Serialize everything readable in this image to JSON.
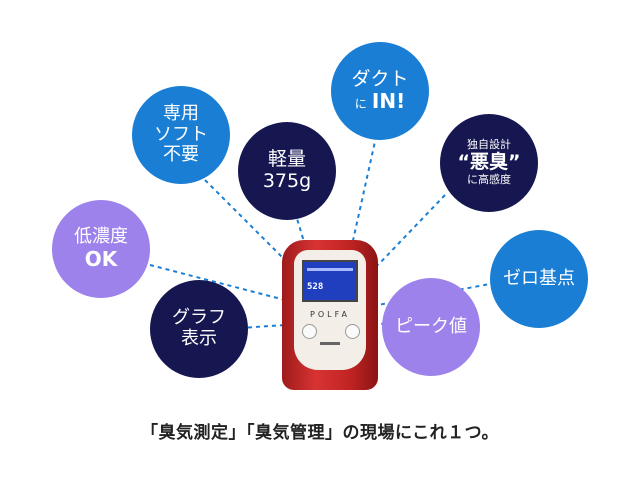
{
  "bubbles": {
    "software": {
      "line1": "専用",
      "line2": "ソフト",
      "line3": "不要"
    },
    "weight": {
      "line1": "軽量",
      "line2": "375g"
    },
    "duct": {
      "line1": "ダクト",
      "line2a": "に",
      "line2b": "IN!"
    },
    "odor": {
      "line1": "独自設計",
      "line2": "“悪臭”",
      "line3": "に高感度"
    },
    "low_conc": {
      "line1": "低濃度",
      "line2": "OK"
    },
    "zero": {
      "line1": "ゼロ基点"
    },
    "graph": {
      "line1": "グラフ",
      "line2": "表示"
    },
    "peak": {
      "line1": "ピーク値"
    }
  },
  "device": {
    "brand": "POLFA",
    "screen_reading": "528"
  },
  "caption": "「臭気測定」「臭気管理」の現場にこれ１つ。",
  "colors": {
    "blue": "#1a7fd4",
    "navy": "#161650",
    "purple": "#9d82ec",
    "device_red": "#c12424"
  }
}
